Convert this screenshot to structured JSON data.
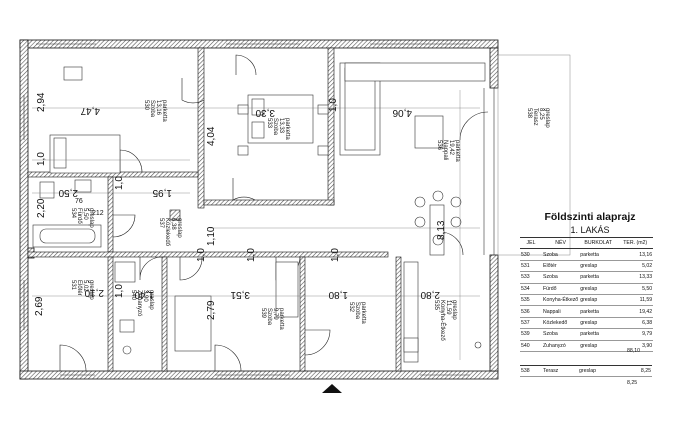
{
  "title": "Földszinti alaprajz",
  "subtitle": "1. LAKÁS",
  "table": {
    "headers": [
      "JEL",
      "NÉV",
      "BURKOLAT",
      "TER. (m2)"
    ],
    "rows": [
      [
        "530",
        "Szoba",
        "parketta",
        "13,16"
      ],
      [
        "531",
        "Előtér",
        "greslap",
        "5,02"
      ],
      [
        "533",
        "Szoba",
        "parketta",
        "13,33"
      ],
      [
        "534",
        "Fürdő",
        "greslap",
        "5,50"
      ],
      [
        "535",
        "Konyha-Étkező",
        "greslap",
        "11,59"
      ],
      [
        "536",
        "Nappali",
        "parketta",
        "19,42"
      ],
      [
        "537",
        "Közlekedő",
        "greslap",
        "6,38"
      ],
      [
        "539",
        "Szoba",
        "parketta",
        "9,79"
      ],
      [
        "540",
        "Zuhanyzó",
        "greslap",
        "3,90"
      ]
    ],
    "total": "88,10"
  },
  "terrace_table": {
    "row": [
      "538",
      "Terasz",
      "greslap",
      "8,25"
    ],
    "total": "8,25"
  },
  "rooms": {
    "r530": {
      "num": "530",
      "name": "Szoba",
      "area": "13,16",
      "floor": "parketta"
    },
    "r533": {
      "num": "533",
      "name": "Szoba",
      "area": "13,33",
      "floor": "parketta"
    },
    "r536": {
      "num": "536",
      "name": "Nappali",
      "area": "19,42",
      "floor": "parketta"
    },
    "r534": {
      "num": "534",
      "name": "Fürdő",
      "area": "5,50",
      "floor": "greslap"
    },
    "r537": {
      "num": "537",
      "name": "Közlekedő",
      "area": "6,38",
      "floor": "greslap"
    },
    "r531": {
      "num": "531",
      "name": "Előtér",
      "area": "5,02",
      "floor": "greslap"
    },
    "r540": {
      "num": "540",
      "name": "Zuhanyzó",
      "area": "3,90",
      "floor": "greslap"
    },
    "r539": {
      "num": "539",
      "name": "Szoba",
      "area": "9,79",
      "floor": "parketta"
    },
    "r532": {
      "num": "532",
      "name": "Szoba",
      "area": "",
      "floor": "parketta"
    },
    "r535": {
      "num": "535",
      "name": "Konyha-Étkező",
      "area": "11,59",
      "floor": "greslap"
    },
    "r538": {
      "num": "538",
      "name": "Terasz",
      "area": "8,25",
      "floor": "greslap"
    }
  },
  "dims": {
    "d294": "2,94",
    "d447": "4,47",
    "d404": "4,04",
    "d330": "3,30",
    "d10a": "1,0",
    "d406": "4,06",
    "d250": "2,50",
    "d10b": "1,0",
    "d10c": "1,0",
    "d195": "1,95",
    "d220": "2,20",
    "d76": "76",
    "d212": "212",
    "d813": "8,13",
    "d110": "1,10",
    "d10d": "1,0",
    "d10e": "1,0",
    "d10f": "1,0",
    "d269": "2,69",
    "d210": "2,10",
    "d140": "1,40",
    "d279": "2,79",
    "d351": "3,51",
    "d180": "1,80",
    "d280": "2,80",
    "d10g": "1,0"
  },
  "colors": {
    "wall_hatch": "#7a7a7a",
    "line": "#111111",
    "light": "#9a9a9a"
  }
}
